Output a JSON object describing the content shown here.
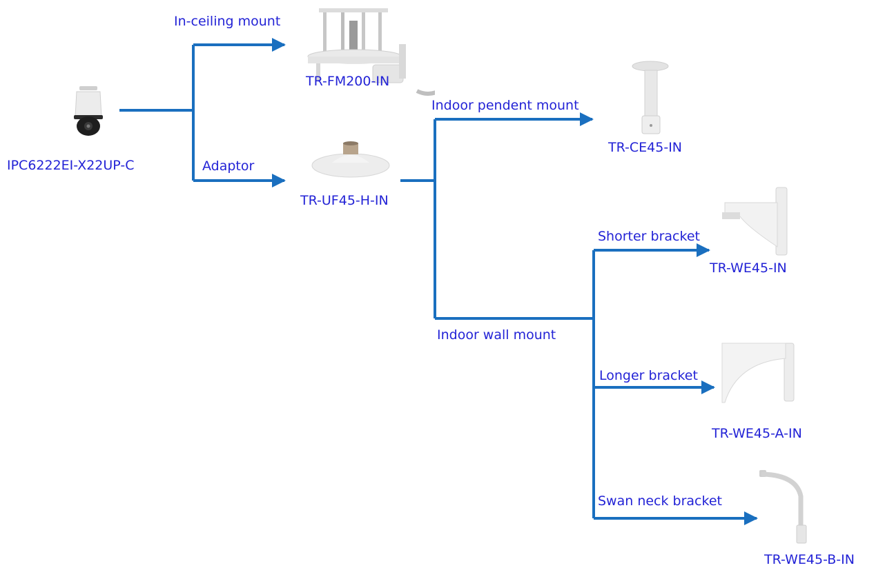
{
  "colors": {
    "connector": "#1a6fbf",
    "label_text": "#2323d6"
  },
  "products": {
    "camera": {
      "model": "IPC6222EI-X22UP-C",
      "icon": "ptz-dome-camera-icon"
    },
    "fm200": {
      "model": "TR-FM200-IN",
      "icon": "in-ceiling-mount-icon"
    },
    "uf45h": {
      "model": "TR-UF45-H-IN",
      "icon": "adaptor-plate-icon"
    },
    "ce45": {
      "model": "TR-CE45-IN",
      "icon": "pendant-pole-icon"
    },
    "we45": {
      "model": "TR-WE45-IN",
      "icon": "short-wall-bracket-icon"
    },
    "we45a": {
      "model": "TR-WE45-A-IN",
      "icon": "long-wall-bracket-icon"
    },
    "we45b": {
      "model": "TR-WE45-B-IN",
      "icon": "swan-neck-bracket-icon"
    }
  },
  "connections": {
    "in_ceiling": "In-ceiling mount",
    "adaptor": "Adaptor",
    "indoor_pendent": "Indoor pendent  mount",
    "indoor_wall": "Indoor wall mount",
    "shorter_bracket": "Shorter bracket",
    "longer_bracket": "Longer bracket",
    "swan_neck_bracket": "Swan neck bracket"
  }
}
